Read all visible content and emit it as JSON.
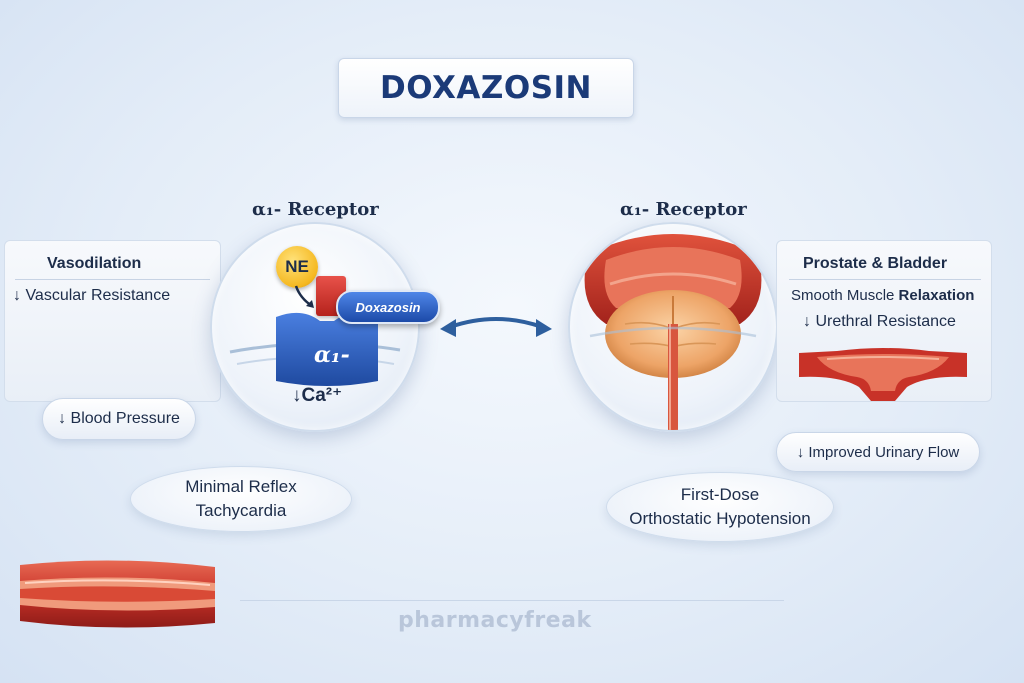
{
  "title": "DOXAZOSIN",
  "left": {
    "receptor_label": "α₁- Receptor",
    "ne_label": "NE",
    "drug_label": "Doxazosin",
    "receptor_symbol": "α₁-",
    "calcium_label": "↓Ca²⁺",
    "panel_title": "Vasodilation",
    "panel_line1": "↓ Vascular Resistance",
    "pill_bp": "↓ Blood Pressure",
    "oval_line1": "Minimal Reflex",
    "oval_line2": "Tachycardia"
  },
  "right": {
    "receptor_label": "α₁- Receptor",
    "panel_title": "Prostate & Bladder",
    "panel_line1_a": "Smooth Muscle ",
    "panel_line1_b": "Relaxation",
    "panel_line2": "↓ Urethral Resistance",
    "pill_flow": "↓ Improved Urinary Flow",
    "oval_line1": "First-Dose",
    "oval_line2": "Orthostatic Hypotension"
  },
  "watermark": "pharmacyfreak",
  "colors": {
    "title": "#1b3a78",
    "receptor_blue": "#2b5bb8",
    "ne_yellow": "#f5b820",
    "drug_red": "#d83a32",
    "tissue_red": "#c83228"
  }
}
